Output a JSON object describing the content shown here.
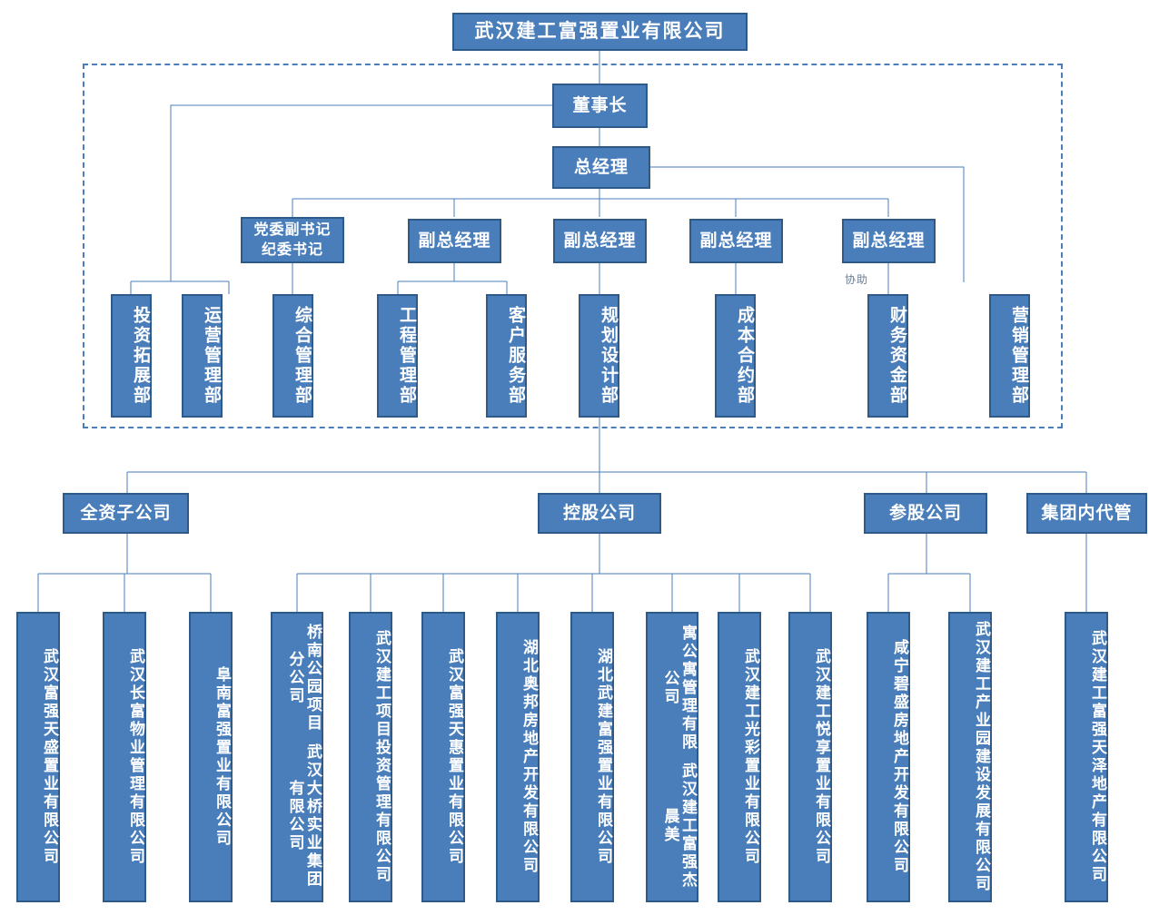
{
  "chart_data": {
    "type": "diagram",
    "title": "武汉建工富强置业有限公司",
    "subtype": "organizational-chart",
    "orientation": "top-down"
  },
  "colors": {
    "node_fill": "#4a7ebb",
    "node_border": "#2e5a8a",
    "node_text": "#ffffff",
    "connector": "#4a7ebb",
    "dashed_region": "#4a7ebb",
    "note_text": "#6b7d91",
    "background": "#ffffff"
  },
  "root": {
    "label": "武汉建工富强置业有限公司"
  },
  "executives": {
    "chairman": {
      "label": "董事长"
    },
    "general_manager": {
      "label": "总经理"
    }
  },
  "managers": [
    {
      "label_line1": "党委副书记",
      "label_line2": "纪委书记"
    },
    {
      "label": "副总经理"
    },
    {
      "label": "副总经理"
    },
    {
      "label": "副总经理"
    },
    {
      "label": "副总经理"
    }
  ],
  "assist_note": {
    "label": "协助"
  },
  "departments": [
    {
      "label": "投资拓展部"
    },
    {
      "label": "运营管理部"
    },
    {
      "label": "综合管理部"
    },
    {
      "label": "工程管理部"
    },
    {
      "label": "客户服务部"
    },
    {
      "label": "规划设计部"
    },
    {
      "label": "成本合约部"
    },
    {
      "label": "财务资金部"
    },
    {
      "label": "营销管理部"
    }
  ],
  "categories": [
    {
      "label": "全资子公司"
    },
    {
      "label": "控股公司"
    },
    {
      "label": "参股公司"
    },
    {
      "label": "集团内代管"
    }
  ],
  "subsidiaries": [
    {
      "label": "武汉富强天盛置业有限公司",
      "columns": null,
      "category": "全资子公司"
    },
    {
      "label": "武汉长富物业管理有限公司",
      "columns": null,
      "category": "全资子公司"
    },
    {
      "label": "阜南富强置业有限公司",
      "columns": null,
      "category": "全资子公司"
    },
    {
      "label": "武汉大桥实业集团有限公司桥南公园项目分公司",
      "columns": [
        "武汉大桥实业集团有限公司",
        "桥南公园项目分公司"
      ],
      "category": "控股公司"
    },
    {
      "label": "武汉建工项目投资管理有限公司",
      "columns": null,
      "category": "控股公司"
    },
    {
      "label": "武汉富强天惠置业有限公司",
      "columns": null,
      "category": "控股公司"
    },
    {
      "label": "湖北奥邦房地产开发有限公司",
      "columns": null,
      "category": "控股公司"
    },
    {
      "label": "湖北武建富强置业有限公司",
      "columns": null,
      "category": "控股公司"
    },
    {
      "label": "武汉建工富强杰晨美寓公寓管理有限公司",
      "columns": [
        "武汉建工富强杰晨美",
        "寓公寓管理有限公司"
      ],
      "category": "控股公司"
    },
    {
      "label": "武汉建工光彩置业有限公司",
      "columns": null,
      "category": "控股公司"
    },
    {
      "label": "武汉建工悦享置业有限公司",
      "columns": null,
      "category": "控股公司"
    },
    {
      "label": "咸宁碧盛房地产开发有限公司",
      "columns": null,
      "category": "参股公司"
    },
    {
      "label": "武汉建工产业园建设发展有限公司",
      "columns": null,
      "category": "参股公司"
    },
    {
      "label": "武汉建工富强天泽地产有限公司",
      "columns": null,
      "category": "集团内代管"
    }
  ]
}
